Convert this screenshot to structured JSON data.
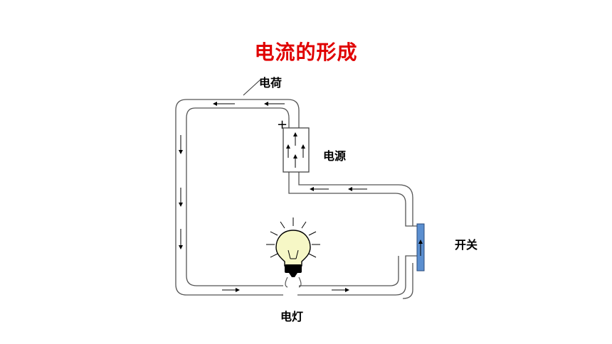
{
  "title": "电流的形成",
  "labels": {
    "charge": "电荷",
    "source": "电源",
    "switch": "开关",
    "lamp": "电灯",
    "plus_sign": "+"
  },
  "colors": {
    "title": "#e00000",
    "wire_outline": "#555555",
    "switch_fill": "#5b8fd0",
    "bulb_glass": "#f6f7c6"
  }
}
